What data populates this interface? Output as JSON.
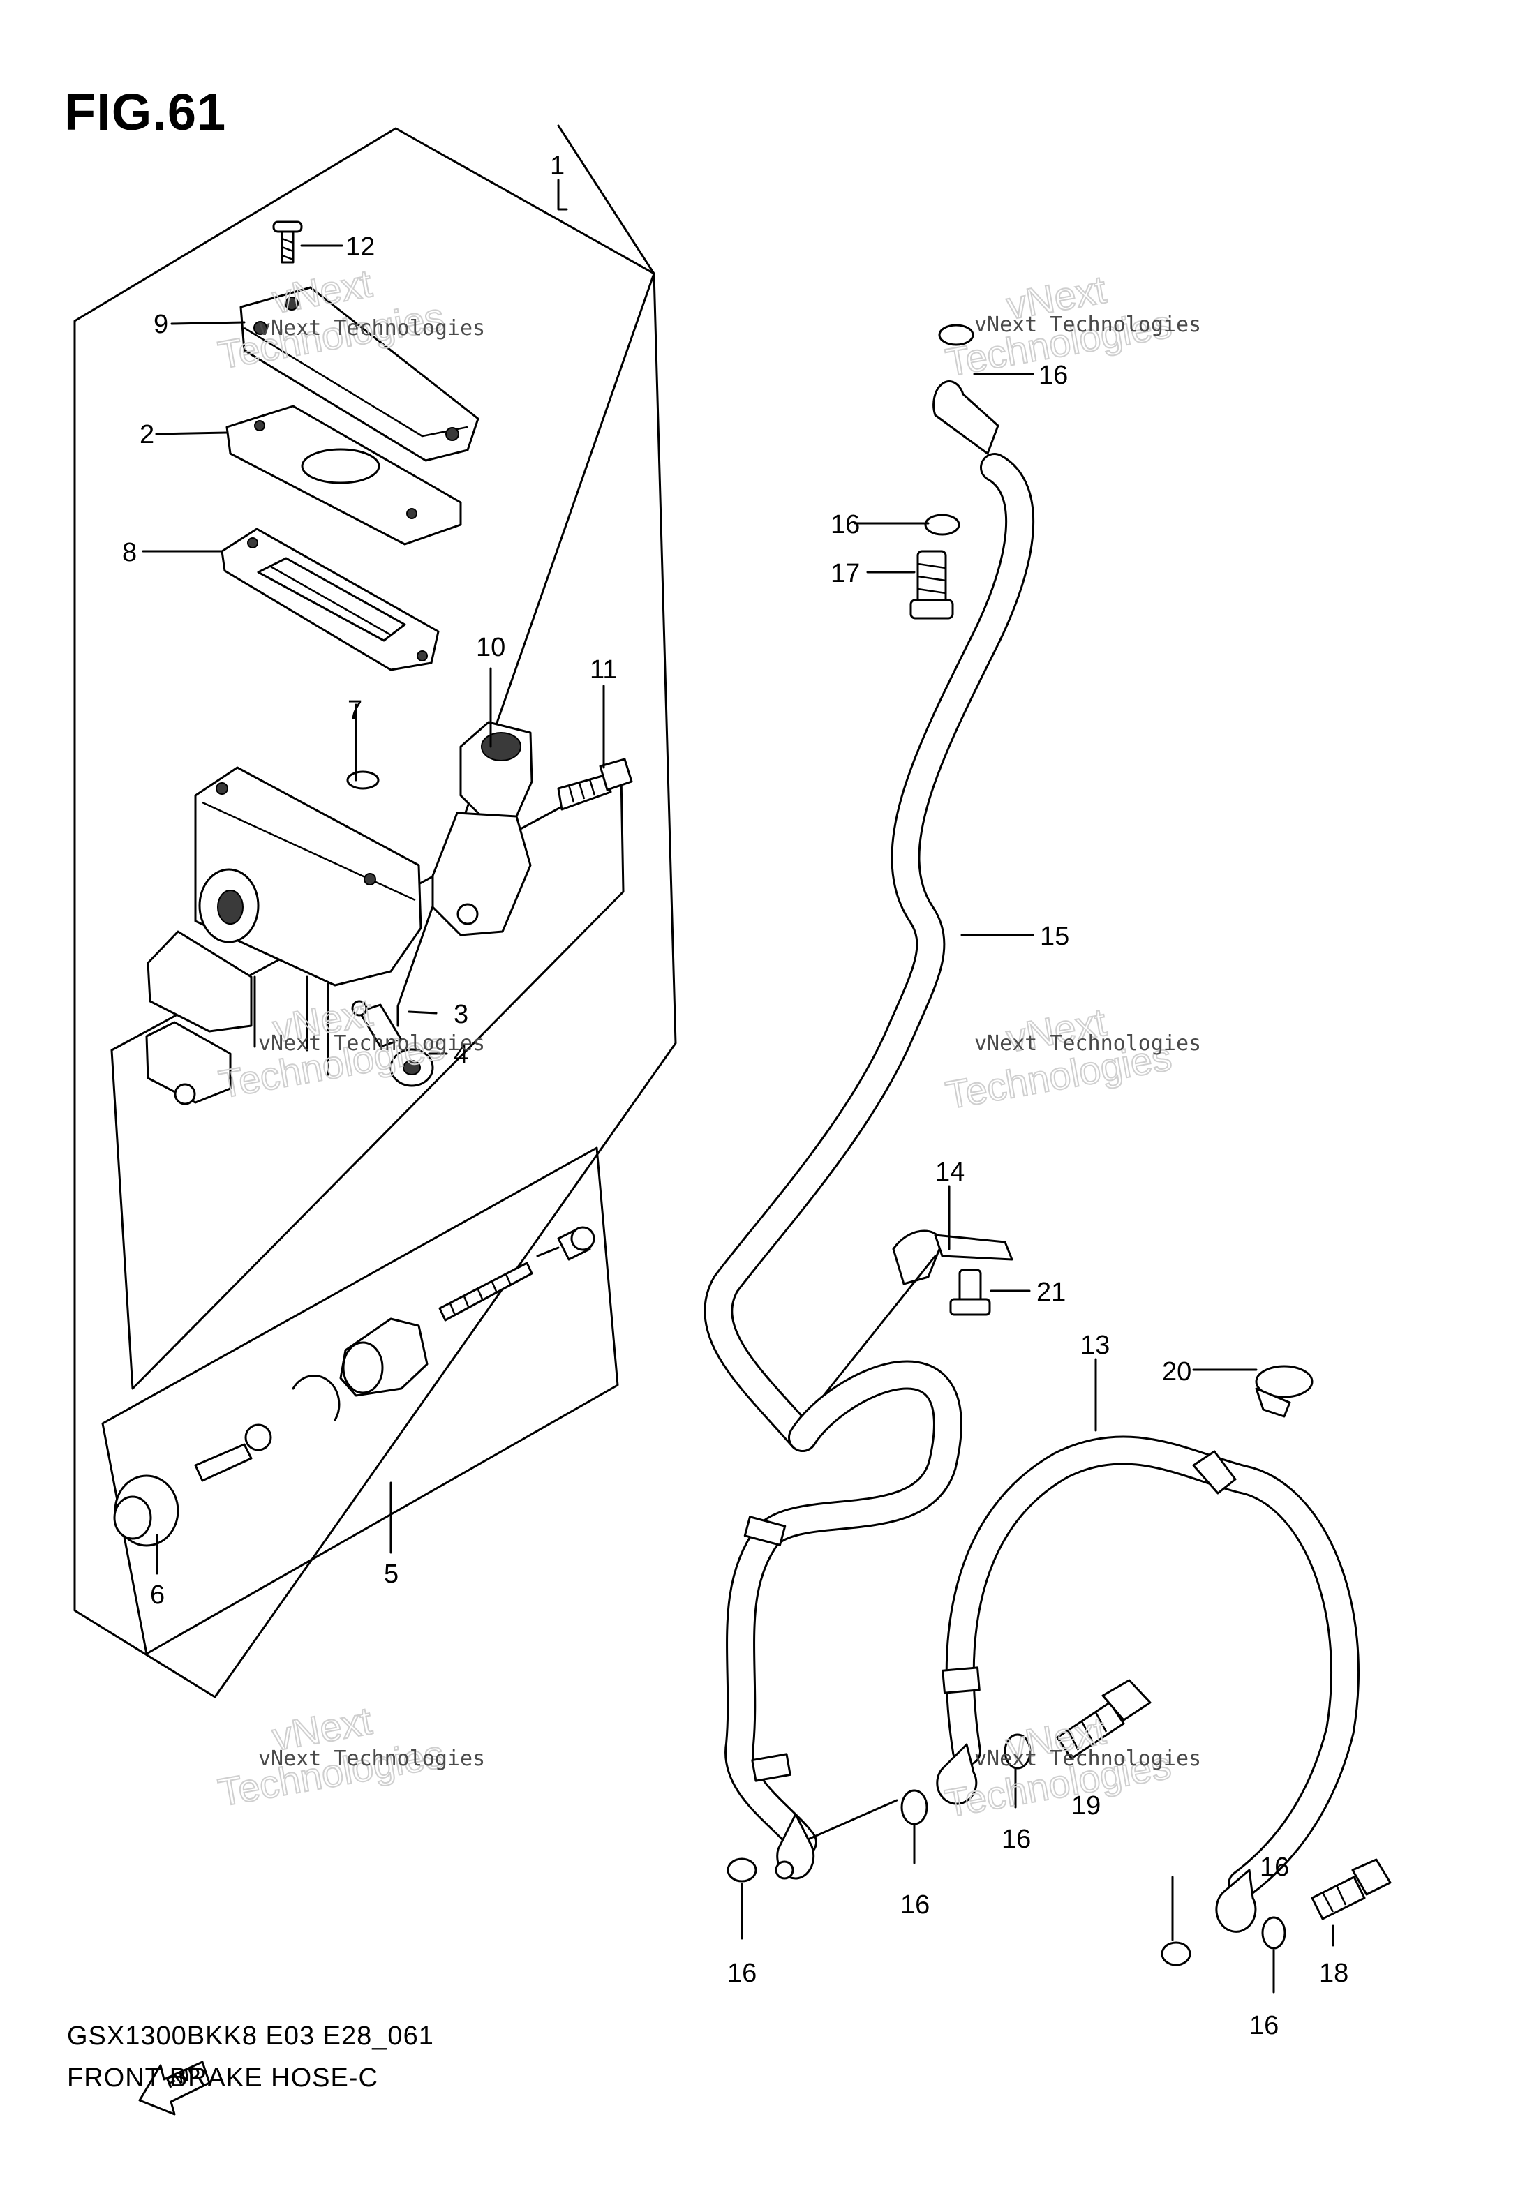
{
  "figure": {
    "title": "FIG.61",
    "model_code": "GSX1300BKK8 E03 E28_061",
    "section_name": "FRONT BRAKE HOSE-C"
  },
  "watermark": {
    "small_text": "vNext Technologies",
    "big_word_1": "vNext",
    "big_word_2": "Technologies"
  },
  "direction_marker": {
    "label": "FWD"
  },
  "callouts": {
    "c1": "1",
    "c2": "2",
    "c3": "3",
    "c4": "4",
    "c5": "5",
    "c6": "6",
    "c7": "7",
    "c8": "8",
    "c9": "9",
    "c10": "10",
    "c11": "11",
    "c12": "12",
    "c13": "13",
    "c14": "14",
    "c15": "15",
    "c16a": "16",
    "c16b": "16",
    "c16c": "16",
    "c16d": "16",
    "c16e": "16",
    "c16f": "16",
    "c16g": "16",
    "c17": "17",
    "c18": "18",
    "c19": "19",
    "c20": "20",
    "c21": "21"
  }
}
